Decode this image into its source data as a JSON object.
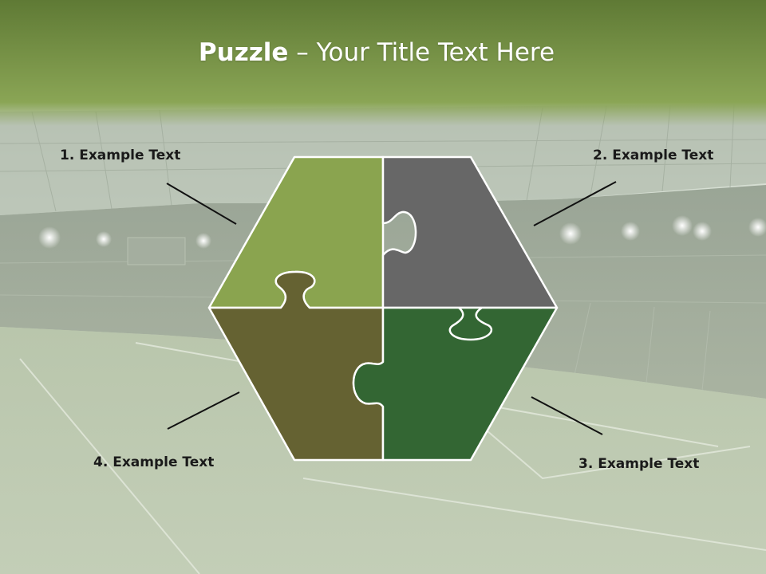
{
  "title": {
    "bold": "Puzzle",
    "rest": " – Your Title Text Here"
  },
  "labels": [
    "1. Example Text",
    "2. Example Text",
    "3. Example Text",
    "4. Example Text"
  ],
  "colors": {
    "header_top": "#5f7a35",
    "header_bottom": "#8aa555",
    "piece_top_left": "#8aa44f",
    "piece_top_right": "#676767",
    "piece_bottom_left": "#656232",
    "piece_bottom_right": "#336633",
    "outline": "#ffffff",
    "connector": "#111111"
  }
}
